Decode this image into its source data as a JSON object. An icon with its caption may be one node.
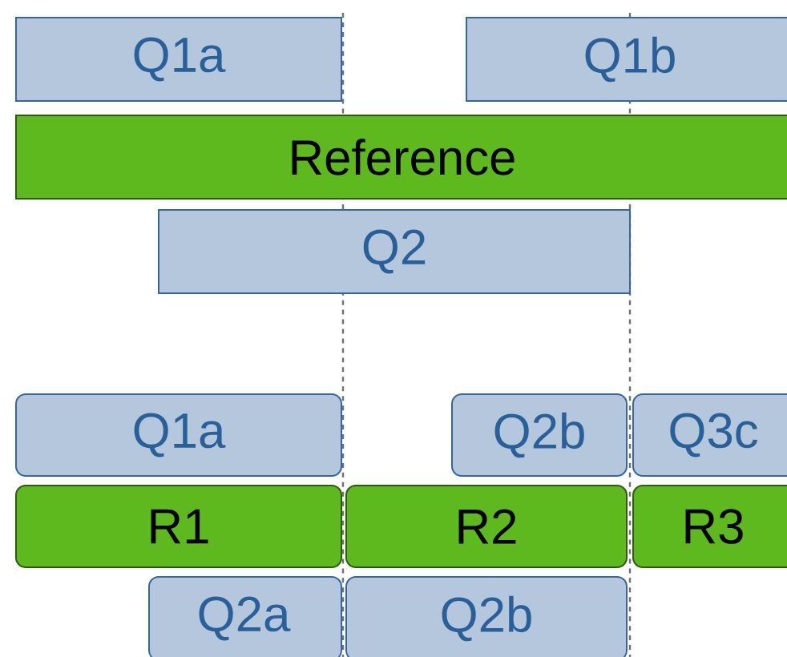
{
  "diagram": {
    "nodes": [
      {
        "text": [
          "Q1a"
        ]
      },
      {
        "text": [
          "Q1b"
        ]
      },
      {
        "text": [
          "Reference"
        ]
      },
      {
        "text": [
          "Q2"
        ]
      },
      {
        "text": [
          "Q1a"
        ]
      },
      {
        "text": [
          "Q2b"
        ]
      },
      {
        "text": [
          "Q3c"
        ]
      },
      {
        "text": [
          "R1"
        ]
      },
      {
        "text": [
          "R2"
        ]
      },
      {
        "text": [
          "R3"
        ]
      },
      {
        "text": [
          "Q2a"
        ]
      },
      {
        "text": [
          "Q2b"
        ]
      }
    ]
  }
}
